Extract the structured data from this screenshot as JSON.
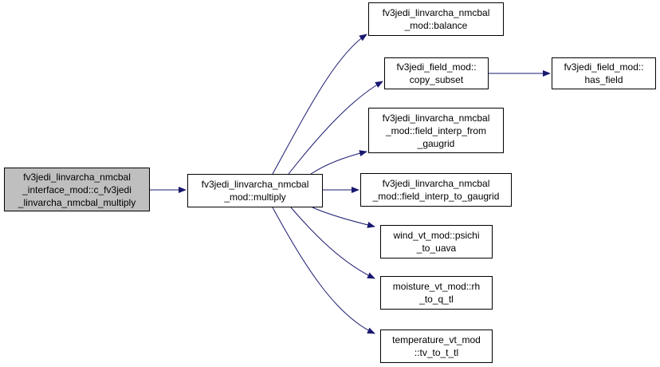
{
  "nodes": {
    "root": {
      "lines": [
        "fv3jedi_linvarcha_nmcbal",
        "_interface_mod::c_fv3jedi",
        "_linvarcha_nmcbal_multiply"
      ],
      "fill": "#bfbfbf"
    },
    "multiply": {
      "lines": [
        "fv3jedi_linvarcha_nmcbal",
        "_mod::multiply"
      ]
    },
    "balance": {
      "lines": [
        "fv3jedi_linvarcha_nmcbal",
        "_mod::balance"
      ]
    },
    "copy_subset": {
      "lines": [
        "fv3jedi_field_mod::",
        "copy_subset"
      ]
    },
    "has_field": {
      "lines": [
        "fv3jedi_field_mod::",
        "has_field"
      ]
    },
    "field_interp_from_gaugrid": {
      "lines": [
        "fv3jedi_linvarcha_nmcbal",
        "_mod::field_interp_from",
        "_gaugrid"
      ]
    },
    "field_interp_to_gaugrid": {
      "lines": [
        "fv3jedi_linvarcha_nmcbal",
        "_mod::field_interp_to_gaugrid"
      ]
    },
    "psichi_to_uava": {
      "lines": [
        "wind_vt_mod::psichi",
        "_to_uava"
      ]
    },
    "rh_to_q_tl": {
      "lines": [
        "moisture_vt_mod::rh",
        "_to_q_tl"
      ]
    },
    "tv_to_t_tl": {
      "lines": [
        "temperature_vt_mod",
        "::tv_to_t_tl"
      ]
    }
  },
  "edges": [
    {
      "from": "root",
      "to": "multiply"
    },
    {
      "from": "multiply",
      "to": "balance"
    },
    {
      "from": "multiply",
      "to": "copy_subset"
    },
    {
      "from": "copy_subset",
      "to": "has_field"
    },
    {
      "from": "multiply",
      "to": "field_interp_from_gaugrid"
    },
    {
      "from": "multiply",
      "to": "field_interp_to_gaugrid"
    },
    {
      "from": "multiply",
      "to": "psichi_to_uava"
    },
    {
      "from": "multiply",
      "to": "rh_to_q_tl"
    },
    {
      "from": "multiply",
      "to": "tv_to_t_tl"
    }
  ],
  "colors": {
    "edge": "#191970",
    "border": "#000000",
    "root_fill": "#bfbfbf",
    "node_fill": "#ffffff"
  }
}
